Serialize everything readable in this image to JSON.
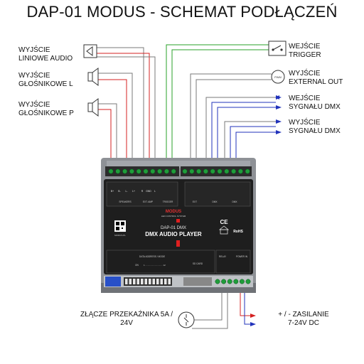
{
  "title": "DAP-01 MODUS - SCHEMAT PODŁĄCZEŃ",
  "left_labels": [
    {
      "line1": "WYJŚCIE",
      "line2": "LINIOWE AUDIO"
    },
    {
      "line1": "WYJŚCIE",
      "line2": "GŁOŚNIKOWE L"
    },
    {
      "line1": "WYJŚCIE",
      "line2": "GŁOŚNIKOWE P"
    }
  ],
  "right_labels": [
    {
      "line1": "WEJŚCIE",
      "line2": "TRIGGER"
    },
    {
      "line1": "WYJŚCIE",
      "line2": "EXTERNAL OUT"
    },
    {
      "line1": "WEJŚCIE",
      "line2": "SYGNAŁU DMX"
    },
    {
      "line1": "WYJŚCIE",
      "line2": "SYGNAŁU DMX"
    }
  ],
  "bottom_labels": {
    "relay": {
      "line1": "ZŁĄCZE PRZEKAŹNIKA 5A /",
      "line2": "24V"
    },
    "power": {
      "line1": "+ / - ZASILANIE",
      "line2": "7-24V DC"
    }
  },
  "pwm_label": "PWM",
  "device": {
    "brand": "MODUS",
    "brand_sub": "LED CONTROL SYSTEM",
    "model": "DAP-01 DMX",
    "name": "DMX AUDIO PLAYER",
    "website": "MODUS.PL",
    "top_groups": [
      "SPEAKERS",
      "EXT. AMP",
      "TRIGGER",
      "EXT",
      "DMX",
      "DMX"
    ],
    "top_pins": [
      "B+",
      "B-",
      "L-",
      "L+",
      "R",
      "GND",
      "L"
    ],
    "bottom_groups": [
      "DATA ADDRESS / MODE",
      "SD CARD",
      "RELAY",
      "POWER IN"
    ],
    "dip_on": "ON",
    "dip_range": "1 ............................. 12",
    "ce": "CE",
    "rohs": "RoHS"
  },
  "colors": {
    "red": "#d42020",
    "green": "#2aa02a",
    "blue": "#2233bb",
    "gray": "#7a7a7a",
    "device_body": "#1e1e1e",
    "terminal_green": "#1f9d3a"
  }
}
